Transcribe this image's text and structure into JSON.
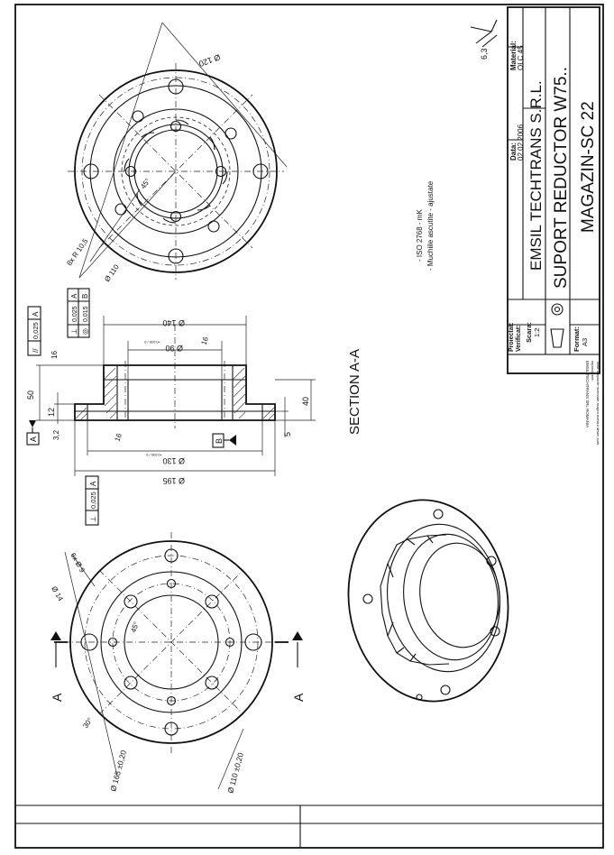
{
  "title_block": {
    "company": "EMSIL TECHTRANS S.R.L.",
    "part_name": "SUPORT REDUCTOR W75..",
    "drawing_no": "MAGAZIN-SC 22",
    "data_label": "Data:",
    "data_value": "02.02.2006",
    "material_label": "Material:",
    "material_value": "OLC 45",
    "proiectat_label": "Proiectat:",
    "verificat_label": "Verificat:",
    "scara_label": "Scara:",
    "scara_value": "1:2",
    "format_label": "Format:",
    "format_value": "A3",
    "copyright_line1": "EMSIL TECHTRANS SRL ROMANIA",
    "copyright_line2": "reproducere.",
    "copyright_line3": "Toate drepturile rezervate asupra acestui desen sunt"
  },
  "notes": {
    "note1": "- ISO 2768 - mK",
    "note2": "- Muchiile ascutite - ajustate"
  },
  "surface_finish": "6,3",
  "section_label": "SECTION A-A",
  "section_arrows": {
    "top": "A",
    "bottom": "A"
  },
  "datums": {
    "a": "A",
    "b": "B"
  },
  "top_view_dims": {
    "d120": "Ø 120",
    "d110": "Ø 110",
    "r105": "8x R 10,5",
    "ang45": "45°"
  },
  "section_dims": {
    "d140": "Ø 140",
    "d90": "Ø 90",
    "d90_tol": "+0.035 / 0",
    "d130": "Ø 130",
    "d130_tol": "+0.035 / 0",
    "d195": "Ø 195",
    "h50": "50",
    "h40": "40",
    "h12": "12",
    "h5": "5",
    "ch16a": "16",
    "ch16b": "16",
    "ra16": "16",
    "ra32": "3,2"
  },
  "gdt": {
    "parallel_symbol": "//",
    "parallel_tol": "0,025",
    "parallel_datum": "A",
    "perp_symbol": "⊥",
    "perp_tol": "0,025",
    "perp_datum": "A",
    "conc_symbol": "◎",
    "conc_tol": "0,015",
    "conc_datum": "B",
    "perp2_symbol": "⊥",
    "perp2_tol": "0,025",
    "perp2_datum": "A"
  },
  "bottom_view_dims": {
    "d165": "Ø 165 ±0,20",
    "d110": "Ø 110 ±0,20",
    "d9": "6x Ø 9",
    "d14": "Ø 14",
    "ang45": "45°",
    "ang30": "30°"
  }
}
